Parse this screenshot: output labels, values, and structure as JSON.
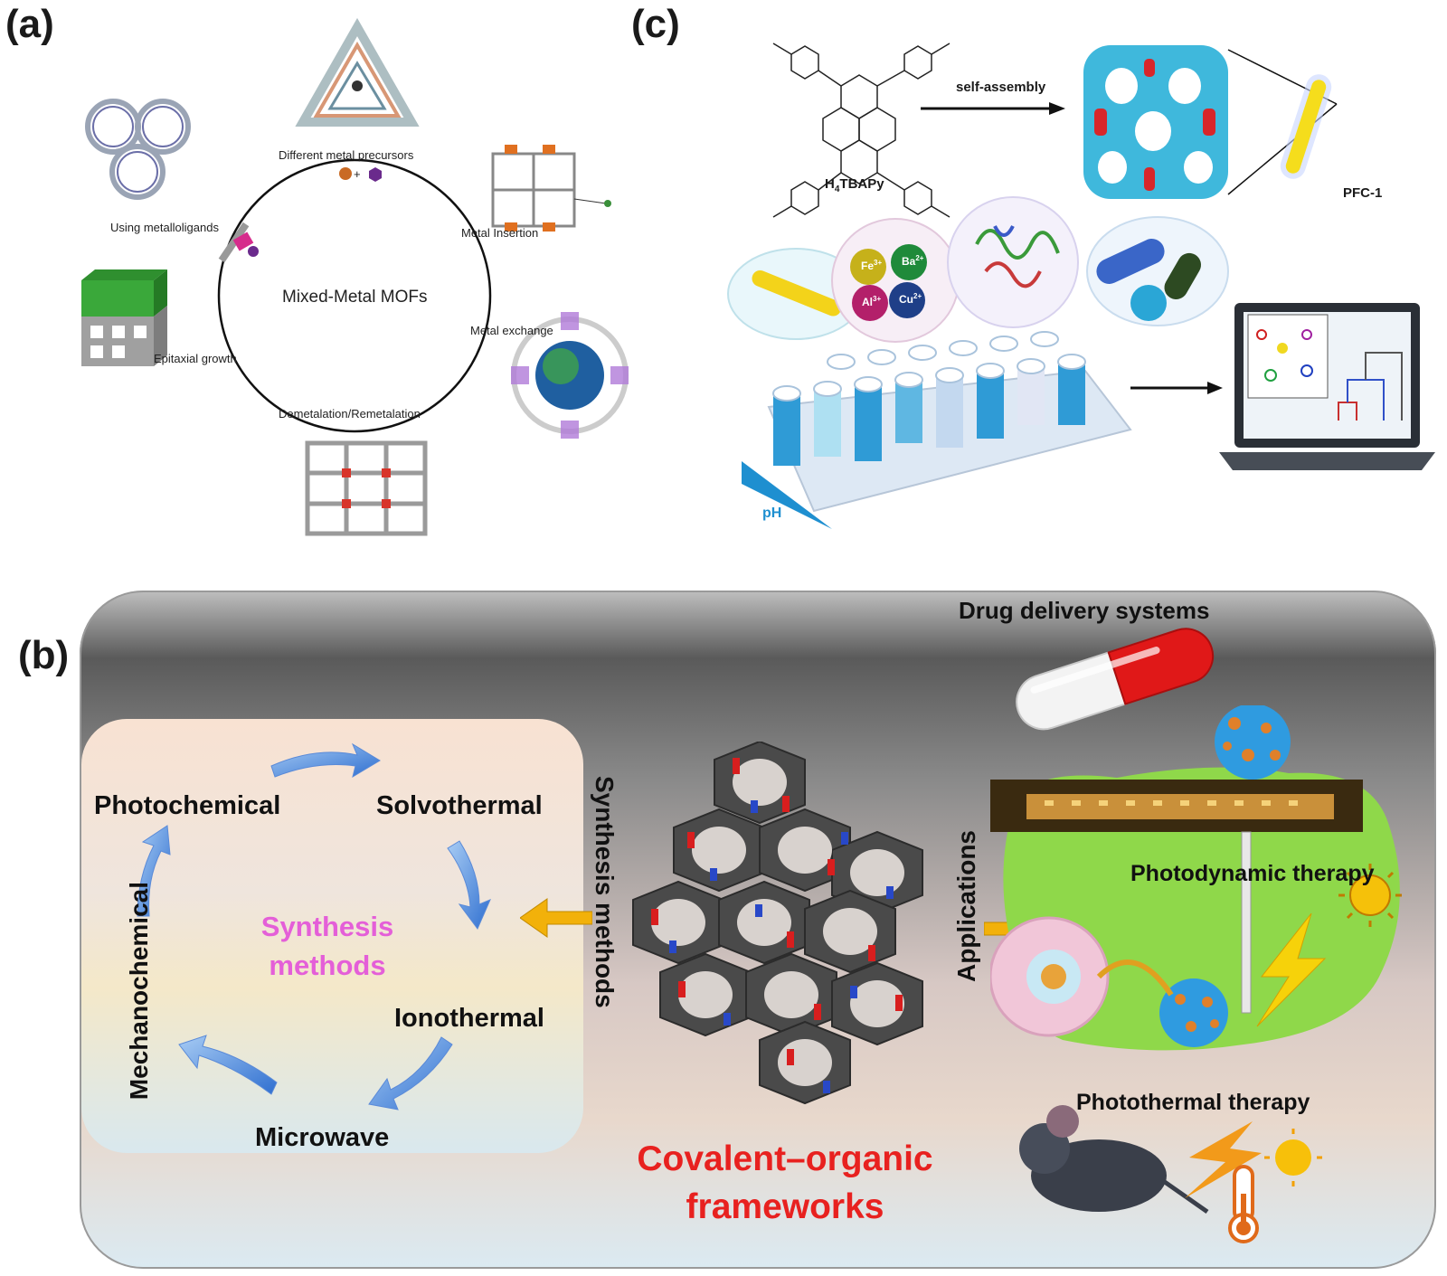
{
  "panel_a": {
    "label": "(a)",
    "center_label": "Mixed-Metal MOFs",
    "methods": {
      "different_metal_precursors": "Different metal precursors",
      "metal_insertion": "Metal Insertion",
      "metal_exchange": "Metal exchange",
      "demetalation_remetalation": "Demetalation/Remetalation",
      "epitaxial_growth": "Epitaxial growth",
      "using_metalloligands": "Using metalloligands"
    },
    "plus": "+"
  },
  "panel_c": {
    "label": "(c)",
    "linker_name": "H",
    "linker_sub": "4",
    "linker_rest": "TBAPy",
    "arrow_label": "self-assembly",
    "product_label": "PFC-1",
    "ions": [
      "Fe",
      "Ba",
      "Al",
      "Cu"
    ],
    "ion_charges": [
      "3+",
      "2+",
      "3+",
      "2+"
    ],
    "ph_label": "pH"
  },
  "panel_b": {
    "label": "(b)",
    "synthesis": {
      "photochemical": "Photochemical",
      "solvothermal": "Solvothermal",
      "ionothermal": "Ionothermal",
      "microwave": "Microwave",
      "mechanochemical": "Mechanochemical",
      "title_line1": "Synthesis",
      "title_line2": "methods"
    },
    "synthesis_methods_vertical": "Synthesis methods",
    "applications_vertical": "Applications",
    "cof_line1": "Covalent–organic",
    "cof_line2": "frameworks",
    "drug_delivery": "Drug delivery systems",
    "photodynamic": "Photodynamic therapy",
    "photothermal": "Photothermal therapy"
  },
  "colors": {
    "cof_red": "#e8211f",
    "synthesis_pink": "#e45fd8",
    "arrow_blue": "#3a78d8",
    "arrow_gold": "#f2b10a",
    "pfc_yellow": "#f5dd1c",
    "mof_cyan": "#3fb8dc"
  }
}
